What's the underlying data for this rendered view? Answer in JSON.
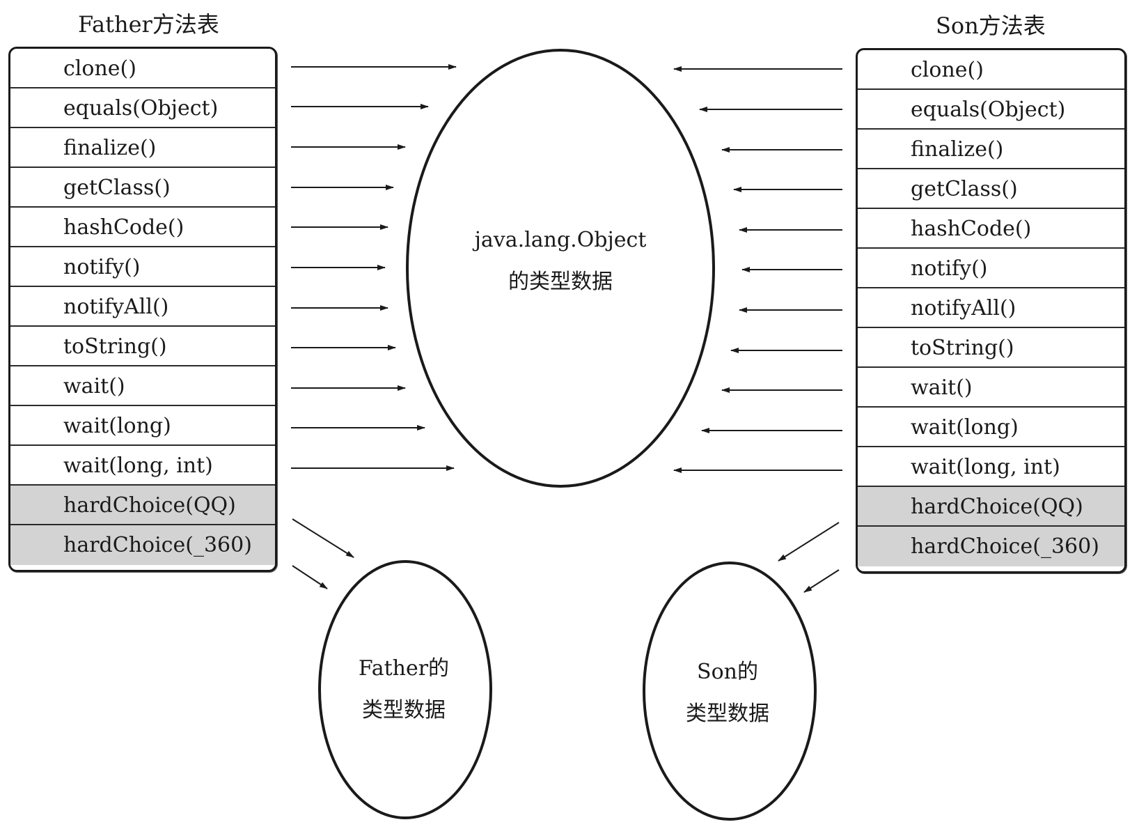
{
  "father": {
    "title": "Father方法表",
    "methods": [
      "clone()",
      "equals(Object)",
      "finalize()",
      "getClass()",
      "hashCode()",
      "notify()",
      "notifyAll()",
      "toString()",
      "wait()",
      "wait(long)",
      "wait(long, int)",
      "hardChoice(QQ)",
      "hardChoice(_360)"
    ]
  },
  "son": {
    "title": "Son方法表",
    "methods": [
      "clone()",
      "equals(Object)",
      "finalize()",
      "getClass()",
      "hashCode()",
      "notify()",
      "notifyAll()",
      "toString()",
      "wait()",
      "wait(long)",
      "wait(long, int)",
      "hardChoice(QQ)",
      "hardChoice(_360)"
    ]
  },
  "object_type": {
    "line1": "java.lang.Object",
    "line2": "的类型数据"
  },
  "father_type": {
    "line1": "Father的",
    "line2": "类型数据"
  },
  "son_type": {
    "line1": "Son的",
    "line2": "类型数据"
  },
  "colors": {
    "line": "#1a1a1a",
    "overridden_row": "#d3d3d3",
    "background": "#ffffff"
  }
}
